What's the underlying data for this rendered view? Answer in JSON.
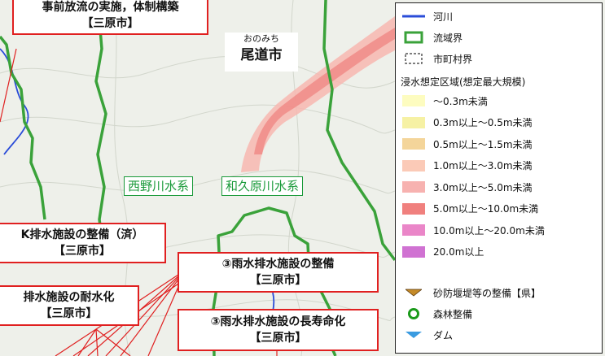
{
  "map": {
    "city": {
      "furigana": "おのみち",
      "name": "尾道市"
    },
    "water_systems": [
      "西野川水系",
      "和久原川水系"
    ],
    "callouts": [
      {
        "lines": [
          "事前放流の実施，体制構築",
          "【三原市】"
        ]
      },
      {
        "lines": [
          "K排水施設の整備（済）",
          "【三原市】"
        ]
      },
      {
        "lines": [
          "排水施設の耐水化",
          "【三原市】"
        ]
      },
      {
        "lines": [
          "③雨水排水施設の整備",
          "【三原市】"
        ]
      },
      {
        "lines": [
          "③雨水排水施設の長寿命化",
          "【三原市】"
        ]
      }
    ],
    "colors": {
      "river": "#2a4cd8",
      "basin_boundary": "#3aa23a",
      "callout_border": "#e02020",
      "water_system_label": "#1a9a3a"
    }
  },
  "legend": {
    "river": "河川",
    "basin": "流域界",
    "municipal": "市町村界",
    "flood_title": "浸水想定区域(想定最大規模)",
    "flood_classes": [
      {
        "label": "～0.3m未満",
        "color": "#fdfcc0"
      },
      {
        "label": "0.3m以上～0.5m未満",
        "color": "#f6f1a4"
      },
      {
        "label": "0.5m以上～1.5m未満",
        "color": "#f4d59a"
      },
      {
        "label": "1.0m以上～3.0m未満",
        "color": "#fbcab7"
      },
      {
        "label": "3.0m以上～5.0m未満",
        "color": "#f7b2b0"
      },
      {
        "label": "5.0m以上～10.0m未満",
        "color": "#f0807e"
      },
      {
        "label": "10.0m以上～20.0m未満",
        "color": "#ea86c8"
      },
      {
        "label": "20.0m以上",
        "color": "#d072d2"
      }
    ],
    "sabo": "砂防堰堤等の整備【県】",
    "forest": "森林整備",
    "dam": "ダム",
    "symbol_colors": {
      "sabo": "#c48a28",
      "forest": "#1a9a1a",
      "dam": "#3a9be0"
    }
  }
}
